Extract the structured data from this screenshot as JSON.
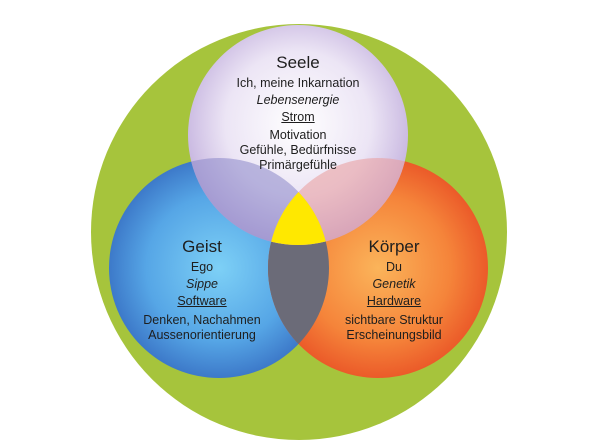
{
  "colors": {
    "outer": "#a6c43c",
    "seele": "#d7c8ea",
    "geist": "#4d8fd6",
    "koerper": "#f1612a",
    "center": "#ffe800"
  },
  "seele": {
    "title": "Seele",
    "line1": "Ich, meine Inkarnation",
    "line2": "Lebensenergie",
    "line3": "Strom",
    "line4": "Motivation",
    "line5": "Gefühle, Bedürfnisse",
    "line6": "Primärgefühle"
  },
  "geist": {
    "title": "Geist",
    "line1": "Ego",
    "line2": "Sippe",
    "line3": "Software",
    "line4": "Denken, Nachahmen",
    "line5": "Aussenorientierung"
  },
  "koerper": {
    "title": "Körper",
    "line1": "Du",
    "line2": "Genetik",
    "line3": "Hardware",
    "line4": "sichtbare Struktur",
    "line5": "Erscheinungsbild"
  }
}
